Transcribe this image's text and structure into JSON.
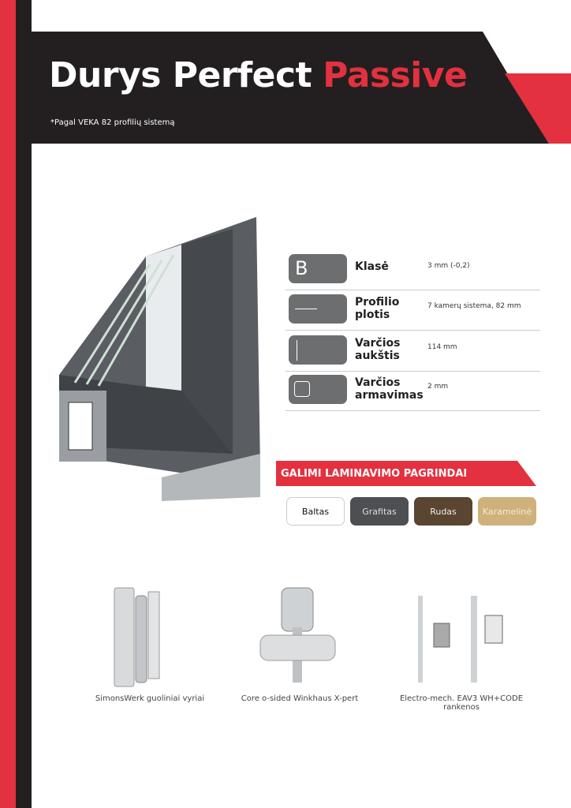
{
  "header": {
    "title_main": "Durys Perfect",
    "title_accent": "Passive",
    "subtitle": "*Pagal VEKA 82 profilių sistemą"
  },
  "specs": [
    {
      "icon": "letter-b-icon",
      "icon_text": "B",
      "label": "Klasė",
      "value": "3 mm (-0,2)"
    },
    {
      "icon": "width-arrow-icon",
      "label": "Profilio plotis",
      "value": "7 kamerų sistema, 82 mm"
    },
    {
      "icon": "height-arrow-icon",
      "label": "Varčios aukštis",
      "value": "114 mm"
    },
    {
      "icon": "square-icon",
      "label": "Varčios armavimas",
      "value": "2 mm"
    }
  ],
  "lamination": {
    "heading": "GALIMI LAMINAVIMO PAGRINDAI",
    "colors": [
      {
        "name": "Baltas",
        "hex": "#ffffff"
      },
      {
        "name": "Grafitas",
        "hex": "#4d4f53"
      },
      {
        "name": "Rudas",
        "hex": "#5a4530"
      },
      {
        "name": "Karamelinė",
        "hex": "#cfb17c"
      }
    ]
  },
  "accessories": [
    {
      "caption": "SimonsWerk guoliniai vyriai"
    },
    {
      "caption": "Core o-sided Winkhaus X-pert"
    },
    {
      "caption": "Electro-mech. EAV3 WH+CODE rankenos"
    }
  ],
  "colors": {
    "accent": "#e3313f",
    "dark": "#231f20"
  }
}
